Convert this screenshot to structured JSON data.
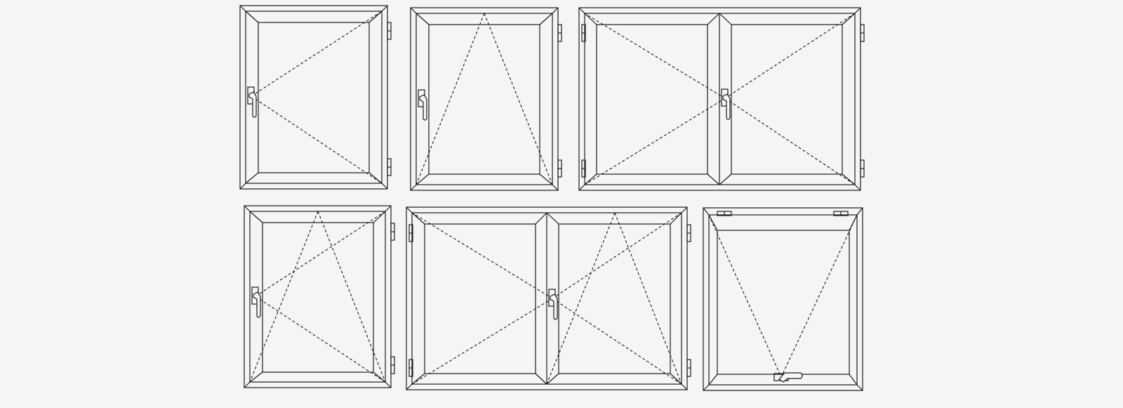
{
  "colors": {
    "background": "#f5f5f5",
    "stroke": "#1a1a1a",
    "fill": "#f7f7f7"
  },
  "windows": [
    {
      "type": "single-casement",
      "opening": [
        "turn"
      ]
    },
    {
      "type": "single-tilt",
      "opening": [
        "tilt"
      ]
    },
    {
      "type": "double-casement",
      "opening": [
        "turn",
        "turn"
      ]
    },
    {
      "type": "single-tilt-turn",
      "opening": [
        "tilt-turn"
      ]
    },
    {
      "type": "double-turn-and-tilt-turn",
      "opening": [
        "turn",
        "tilt-turn"
      ]
    },
    {
      "type": "bottom-hung-hopper",
      "opening": [
        "hopper"
      ]
    }
  ]
}
